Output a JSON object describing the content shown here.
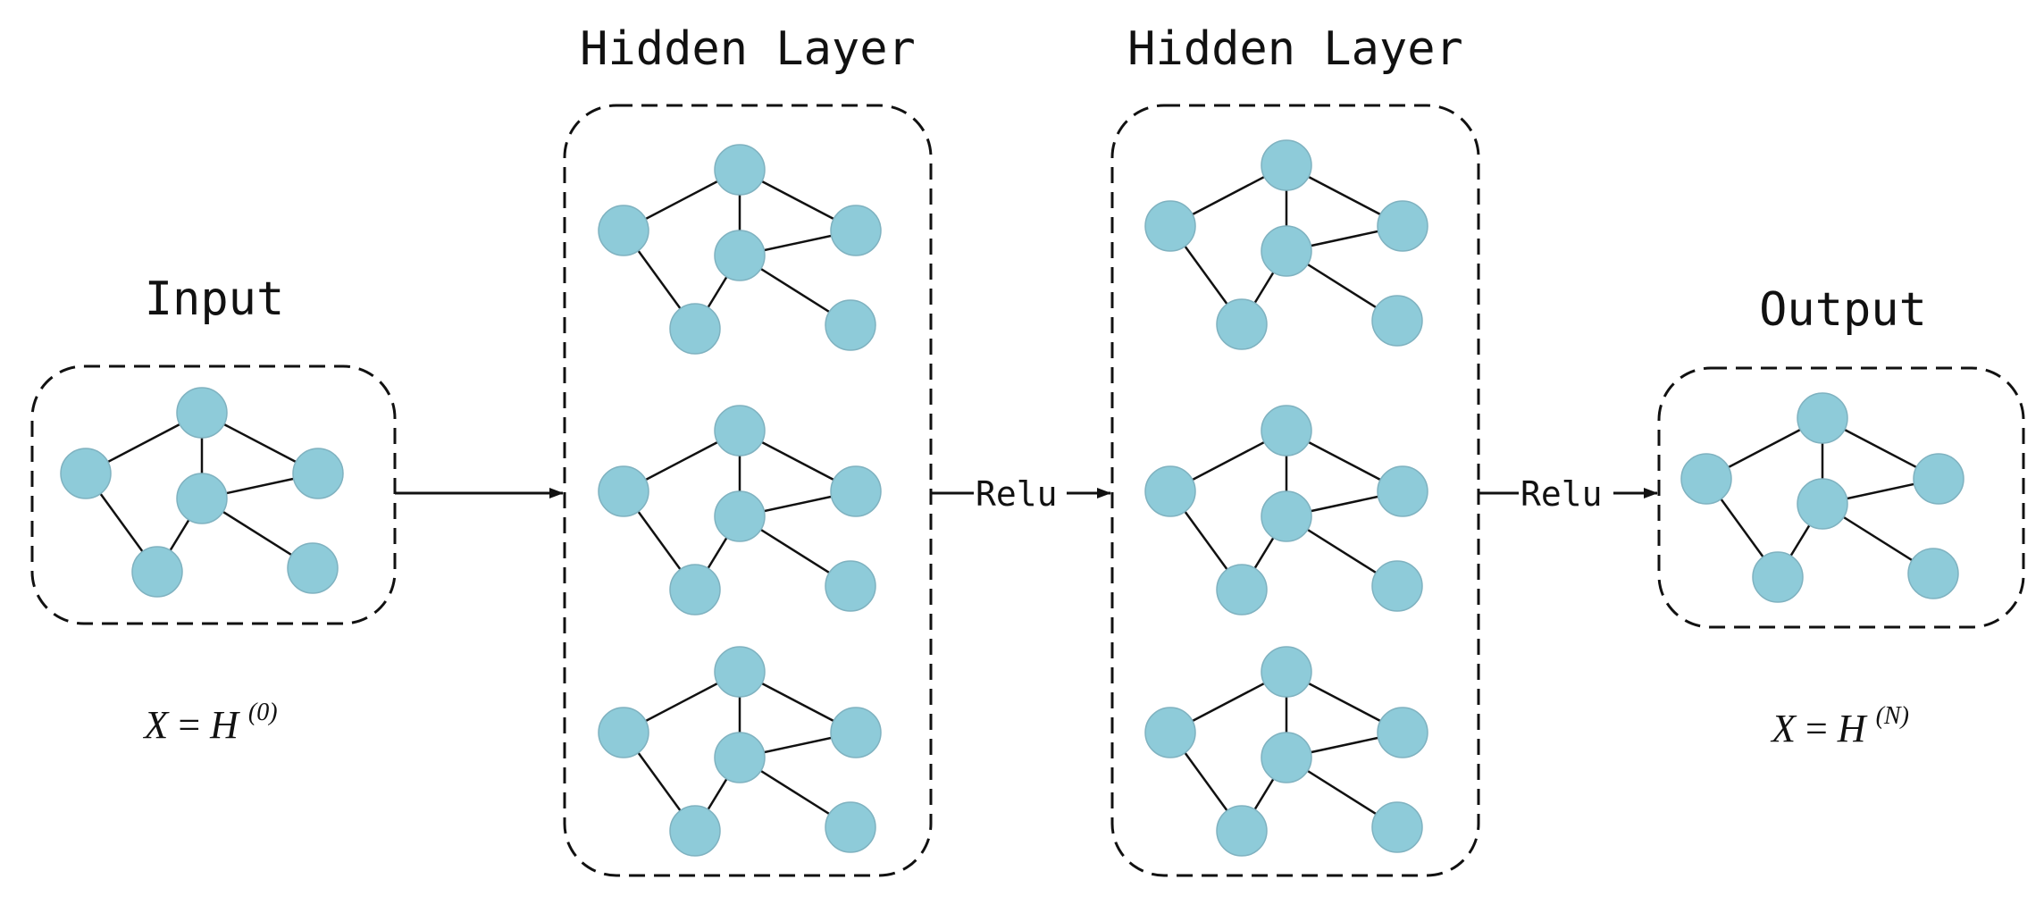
{
  "colors": {
    "node_fill": "#8ecbd9",
    "node_stroke": "#7fb2c0",
    "edge": "#111111",
    "box_stroke": "#111111",
    "text": "#111111"
  },
  "input": {
    "title": "Input",
    "formula": {
      "var": "X",
      "eq": "=",
      "base": "H",
      "superscript": "(0)"
    }
  },
  "hidden_layer_1": {
    "title": "Hidden Layer",
    "graph_count": 3
  },
  "hidden_layer_2": {
    "title": "Hidden Layer",
    "graph_count": 3
  },
  "output": {
    "title": "Output",
    "formula": {
      "var": "X",
      "eq": "=",
      "base": "H",
      "superscript": "(N)"
    }
  },
  "arrows": [
    {
      "from": "input",
      "to": "hidden_layer_1",
      "label": ""
    },
    {
      "from": "hidden_layer_1",
      "to": "hidden_layer_2",
      "label": "Relu"
    },
    {
      "from": "hidden_layer_2",
      "to": "output",
      "label": "Relu"
    }
  ]
}
